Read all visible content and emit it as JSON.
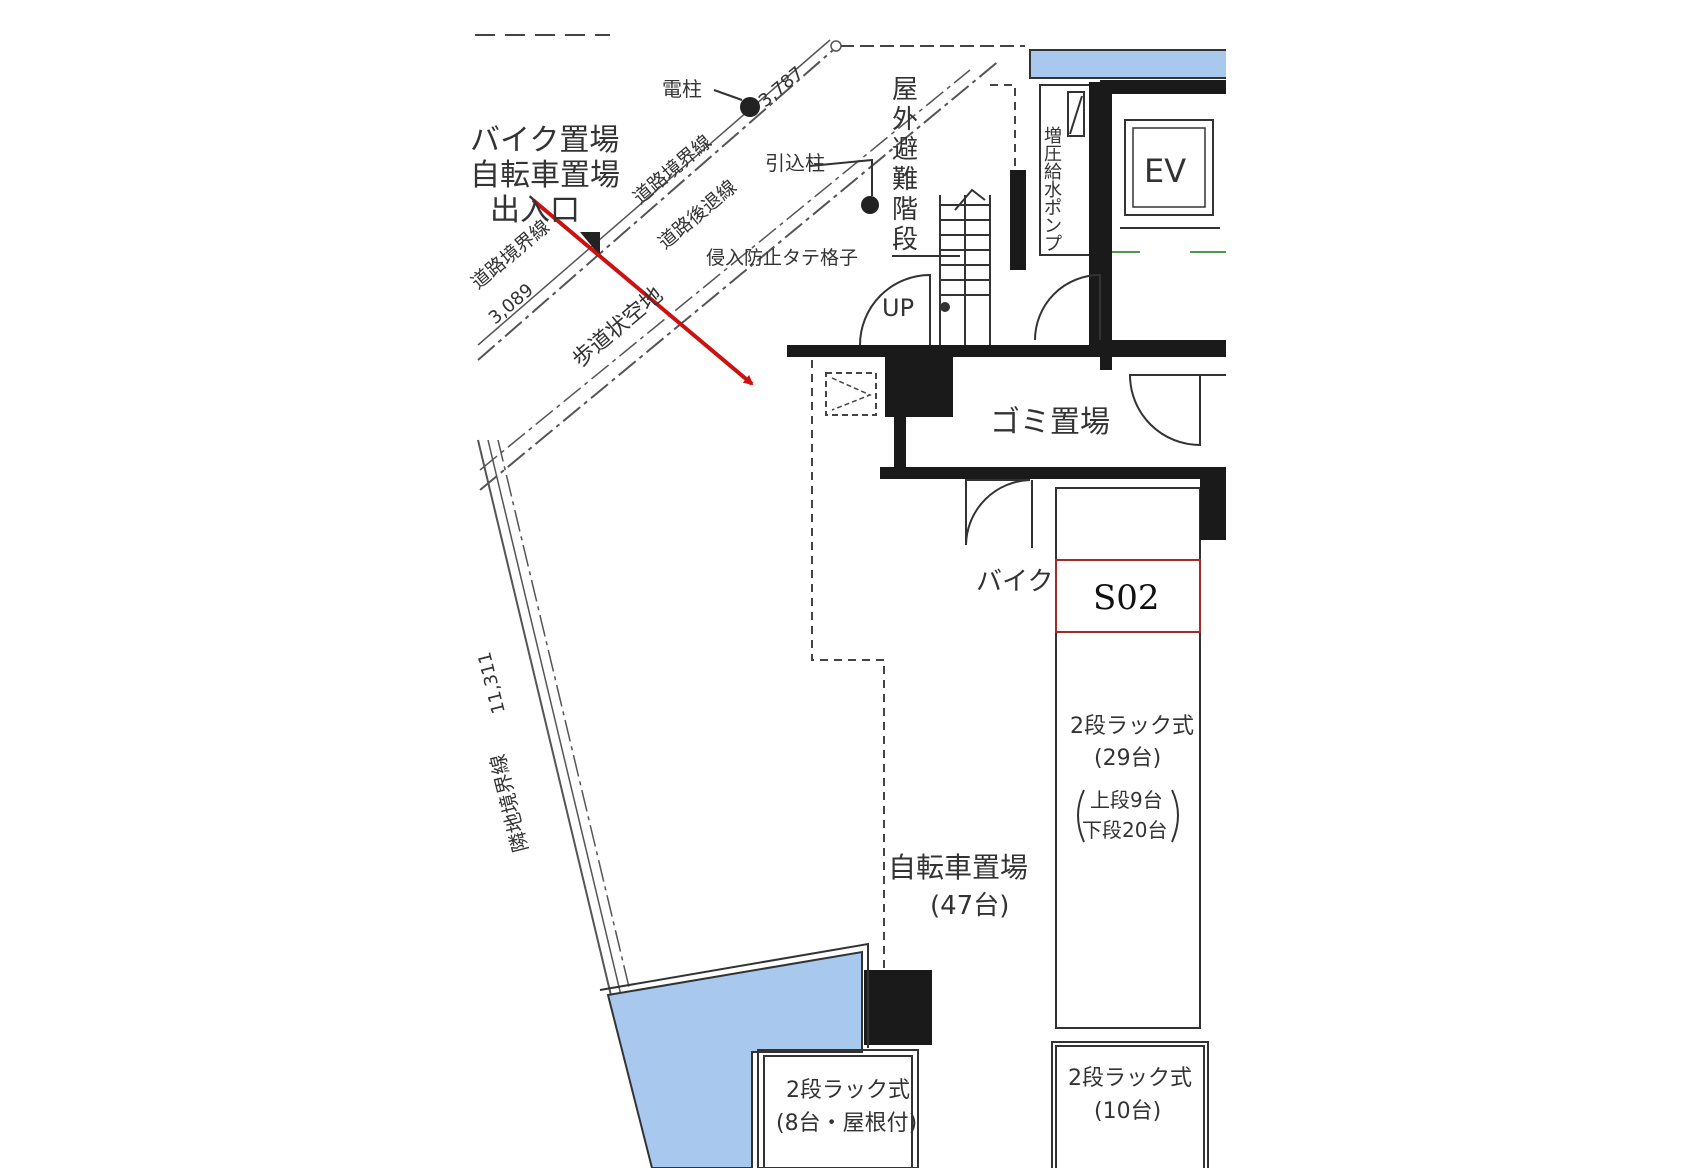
{
  "labels": {
    "bike_bicycle_1": "バイク置場",
    "bike_bicycle_2": "自転車置場",
    "bike_bicycle_3": "出入口",
    "pole": "電柱",
    "pole_dist": "3,787",
    "road_line_a": "道路境界線",
    "road_line_b": "道路後退線",
    "intro_pole": "引込柱",
    "road_line_c": "道路境界線",
    "road_dist_c": "3,089",
    "sidewalk": "歩道状空地",
    "escape_stair": [
      "屋",
      "外",
      "避",
      "難",
      "階",
      "段"
    ],
    "intrusion": "侵入防止タテ格子",
    "up": "UP",
    "pump": [
      "増",
      "圧",
      "給",
      "水",
      "ポ",
      "ン",
      "プ"
    ],
    "ev": "EV",
    "garbage": "ゴミ置場",
    "bike": "バイク",
    "s02": "S02",
    "rack1_l1": "2段ラック式",
    "rack1_l2": "(29台)",
    "rack1_l3": "上段9台",
    "rack1_l4": "下段20台",
    "bicycle_parking": "自転車置場",
    "bicycle_count": "(47台)",
    "neighbor_line": "隣地境界線",
    "neighbor_dist": "11,311",
    "rack2_l1": "2段ラック式",
    "rack2_l2": "(8台・屋根付)",
    "rack3_l1": "2段ラック式",
    "rack3_l2": "(10台)"
  },
  "colors": {
    "arrow": "#cc1111",
    "s02_border": "#a52a2a",
    "water": "#a8c8ee",
    "wall": "#1a1a1a",
    "green_line": "#4a9a4a"
  }
}
